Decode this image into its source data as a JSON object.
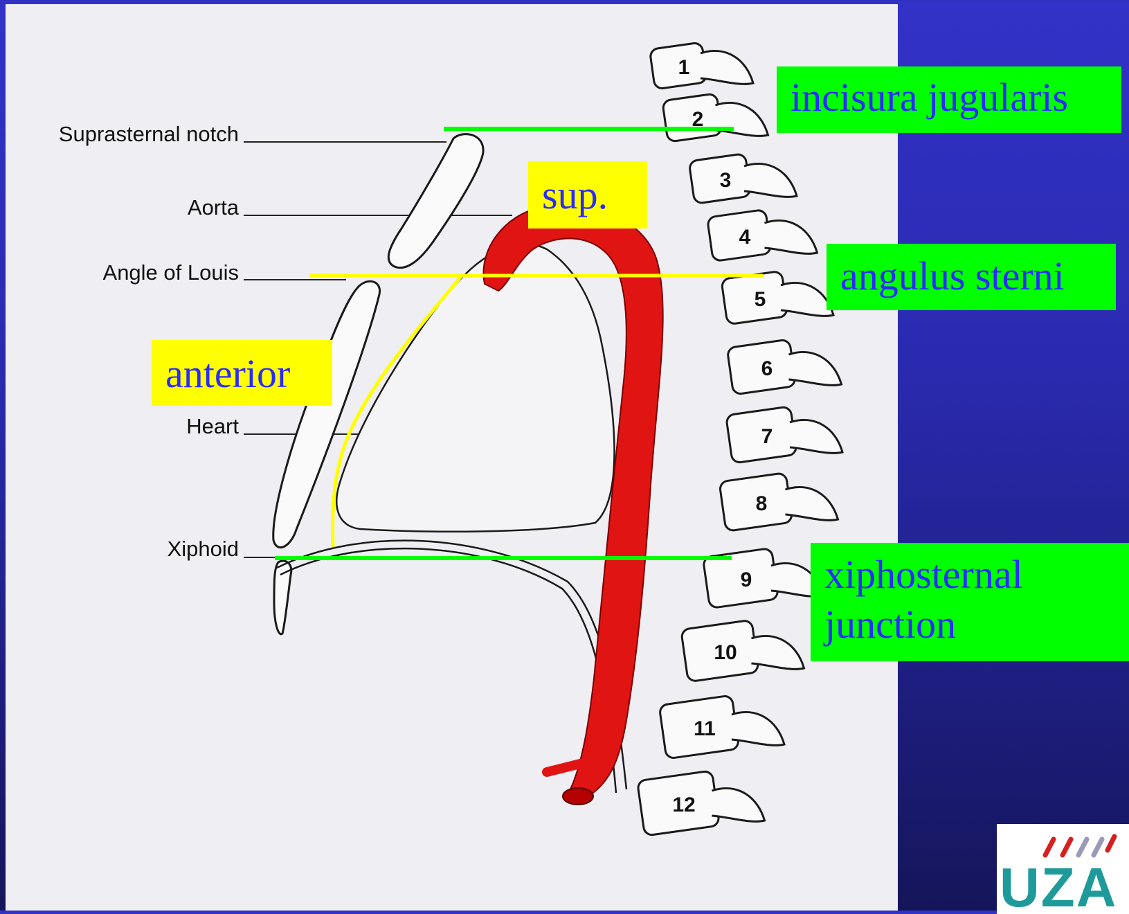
{
  "figure": {
    "labels": {
      "suprasternal_notch": "Suprasternal notch",
      "aorta": "Aorta",
      "angle_of_louis": "Angle of Louis",
      "heart": "Heart",
      "xiphoid": "Xiphoid"
    },
    "vertebra_numbers": [
      "1",
      "2",
      "3",
      "4",
      "5",
      "6",
      "7",
      "8",
      "9",
      "10",
      "11",
      "12"
    ]
  },
  "annotations": {
    "incisura_jugularis": "incisura jugularis",
    "angulus_sterni": "angulus sterni",
    "xiphosternal_line1": "xiphosternal",
    "xiphosternal_line2": "junction",
    "superior": "sup.",
    "anterior": "anterior"
  },
  "colors": {
    "background_top": "#3232c8",
    "background_bottom": "#15155a",
    "annotation_green": "#00ff00",
    "annotation_yellow": "#ffff00",
    "annotation_text": "#2b2bff",
    "aorta_red": "#e11414"
  },
  "logo": {
    "text": "UZA"
  }
}
